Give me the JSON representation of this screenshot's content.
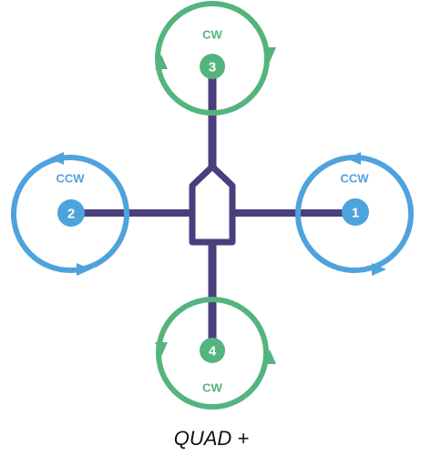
{
  "title": "QUAD +",
  "colors": {
    "frame": "#4a3f7d",
    "cw": "#54b47d",
    "ccw": "#4fa3dc",
    "body_fill": "#ffffff"
  },
  "motors": [
    {
      "id": "motor-1",
      "number": "1",
      "direction": "CCW",
      "color_key": "ccw"
    },
    {
      "id": "motor-2",
      "number": "2",
      "direction": "CCW",
      "color_key": "ccw"
    },
    {
      "id": "motor-3",
      "number": "3",
      "direction": "CW",
      "color_key": "cw"
    },
    {
      "id": "motor-4",
      "number": "4",
      "direction": "CW",
      "color_key": "cw"
    }
  ]
}
